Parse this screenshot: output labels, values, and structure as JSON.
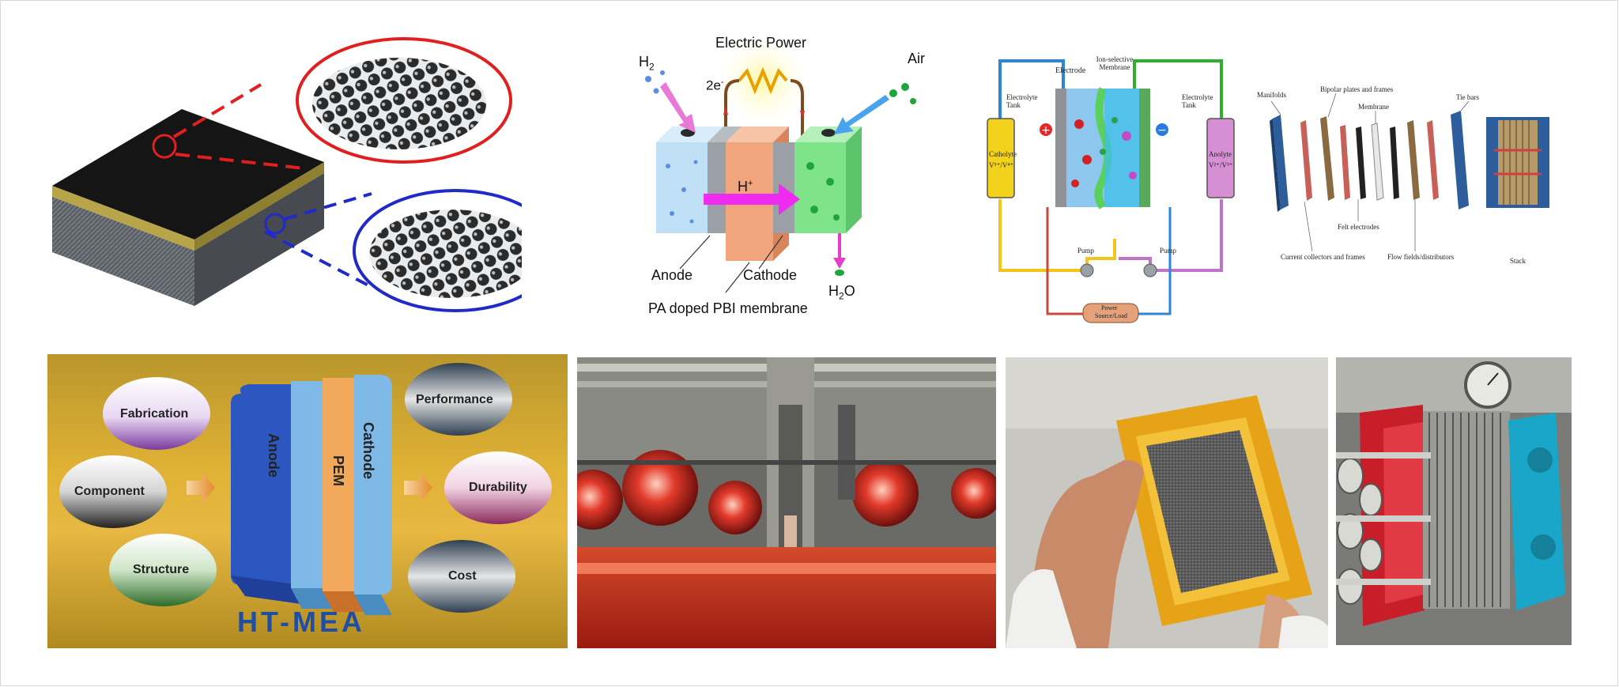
{
  "top": {
    "fuel_cell": {
      "electric_power": "Electric Power",
      "h2_base": "H",
      "h2_sub": "2",
      "air": "Air",
      "electrons": "2e",
      "electrons_sup": "-",
      "proton": "H",
      "proton_sup": "+",
      "anode": "Anode",
      "cathode": "Cathode",
      "water_base": "H",
      "water_sub": "2",
      "water_end": "O",
      "membrane": "PA doped PBI membrane"
    },
    "flow_battery": {
      "electrode": "Electrode",
      "membrane": "Ion-selective Membrane",
      "tank_left": "Electrolyte Tank",
      "tank_right": "Electrolyte Tank",
      "catholyte": "Catholyte",
      "catholyte_ions": "V⁵⁺/V⁴⁺",
      "anolyte": "Anolyte",
      "anolyte_ions": "V²⁺/V³⁺",
      "pump_left": "Pump",
      "pump_right": "Pump",
      "power": "Power",
      "power2": "Source/Load"
    },
    "stack_parts": {
      "manifolds": "Manifolds",
      "bipolar": "Bipolar plates and frames",
      "membrane": "Membrane",
      "tie_bars": "Tie bars",
      "felt": "Felt electrodes",
      "collectors": "Current collectors and frames",
      "flow_fields": "Flow fields/distributors",
      "stack": "Stack"
    }
  },
  "bottom": {
    "mea": {
      "fabrication": "Fabrication",
      "component": "Component",
      "structure": "Structure",
      "performance": "Performance",
      "durability": "Durability",
      "cost": "Cost",
      "anode": "Anode",
      "pem": "PEM",
      "cathode": "Cathode",
      "title": "HT-MEA"
    }
  },
  "colors": {
    "red_ring": "#e02020",
    "blue_ring": "#1f2ac8",
    "gold": "#c9a227",
    "catholyte": "#f2d21a",
    "anolyte": "#d78fd3"
  }
}
